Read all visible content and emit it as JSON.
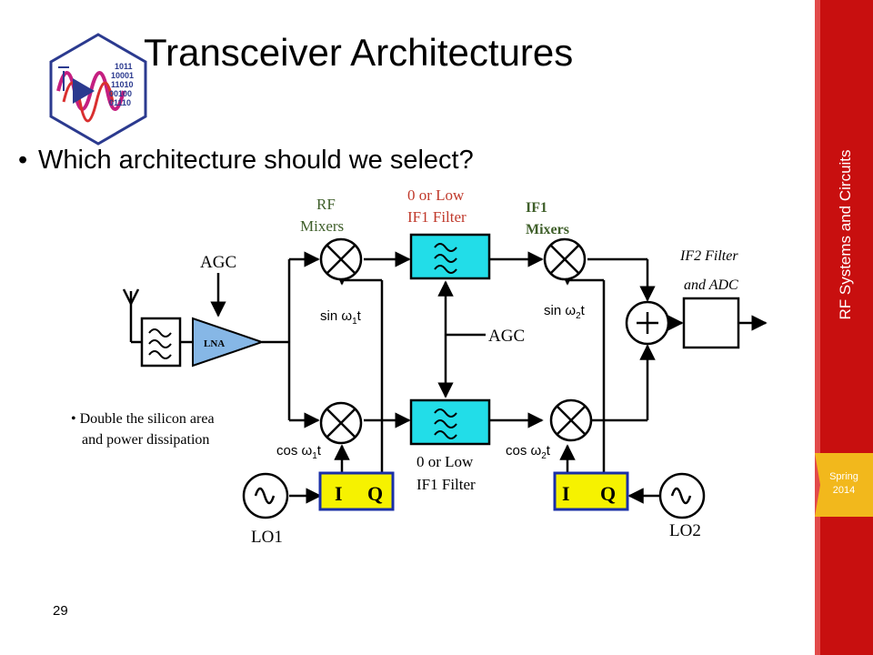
{
  "slide": {
    "title": "Transceiver Architectures",
    "bullet": "Which architecture should we select?",
    "page_number": "29"
  },
  "sidebar": {
    "course_title": "RF Systems and Circuits",
    "season": "Spring",
    "year": "2014",
    "color": "#c80f0f",
    "tag_color": "#f2b81c"
  },
  "logo": {
    "binary_lines": [
      "1011",
      "10001",
      "11010",
      "00100",
      "01110"
    ]
  },
  "diagram": {
    "rf_mixers_label": "RF",
    "rf_mixers_label2": "Mixers",
    "if1_filter_top_label": "0 or Low",
    "if1_filter_top_label2": "IF1 Filter",
    "if1_mixers_label": "IF1",
    "if1_mixers_label2": "Mixers",
    "if2_filter_label": "IF2 Filter",
    "if2_filter_label2": "and ADC",
    "agc_left": "AGC",
    "agc_mid": "AGC",
    "lna": "LNA",
    "sin1": "sin ω",
    "sin1_sub": "1",
    "sin1_t": "t",
    "sin2": "sin ω",
    "sin2_sub": "2",
    "sin2_t": "t",
    "cos1": "cos ω",
    "cos1_sub": "1",
    "cos1_t": "t",
    "cos2": "cos ω",
    "cos2_sub": "2",
    "cos2_t": "t",
    "if1_filter_bottom_label": "0 or Low",
    "if1_filter_bottom_label2": "IF1 Filter",
    "iq_left_i": "I",
    "iq_left_q": "Q",
    "iq_right_i": "I",
    "iq_right_q": "Q",
    "lo1": "LO1",
    "lo2": "LO2",
    "note_line1": "• Double the silicon area",
    "note_line2": "and power dissipation",
    "filter_color": "#22dde8",
    "lna_color": "#86b7e6",
    "iq_color": "#f6f200",
    "iq_border": "#1a2fa8",
    "label_green": "#3f5f2a"
  }
}
